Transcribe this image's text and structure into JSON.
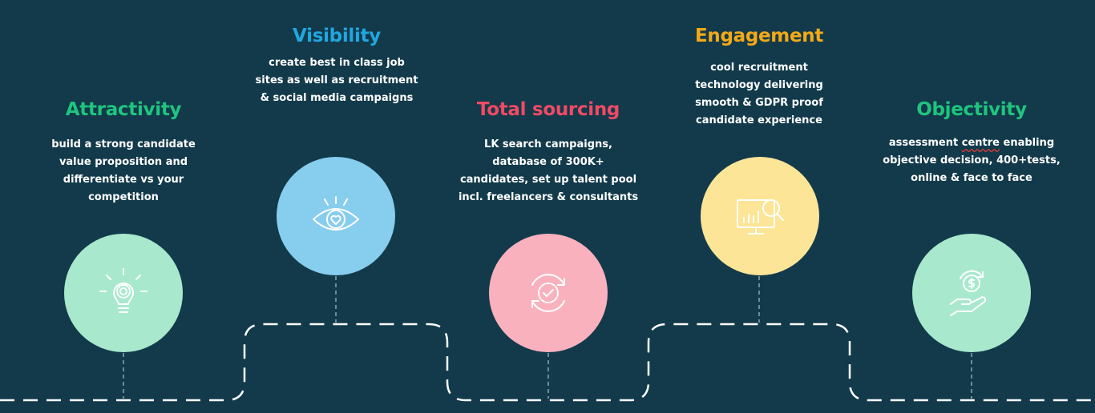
{
  "colors": {
    "background": "#123a4b",
    "green": "#1fc57e",
    "blue": "#21a7e0",
    "red": "#f04a65",
    "yellow": "#f4a917",
    "circle_green": "#a8e9cd",
    "circle_blue": "#87cdee",
    "circle_pink": "#f9b1bd",
    "circle_yellow": "#fde597",
    "dashed_line": "#ffffff",
    "connector": "#8fa3ab"
  },
  "steps": [
    {
      "title": "Attractivity",
      "desc": [
        "build a strong candidate",
        "value proposition and",
        "differentiate vs your",
        "competition"
      ],
      "icon": "lightbulb-gear-icon"
    },
    {
      "title": "Visibility",
      "desc": [
        "create best in class job",
        "sites as well as recruitment",
        "& social media campaigns"
      ],
      "icon": "eye-heart-icon"
    },
    {
      "title": "Total sourcing",
      "desc": [
        "LK search campaigns,",
        "database of 300K+",
        "candidates, set up talent pool",
        "incl. freelancers & consultants"
      ],
      "icon": "cycle-check-icon"
    },
    {
      "title": "Engagement",
      "desc": [
        "cool recruitment",
        "technology delivering",
        "smooth & GDPR proof",
        "candidate experience"
      ],
      "icon": "monitor-magnifier-icon"
    },
    {
      "title": "Objectivity",
      "desc_parts": {
        "line1_a": "assessment ",
        "line1_b": "centre",
        "line1_c": " enabling",
        "line2": "objective decision, 400+tests,",
        "line3": "online & face to face"
      },
      "icon": "hand-coin-icon"
    }
  ]
}
